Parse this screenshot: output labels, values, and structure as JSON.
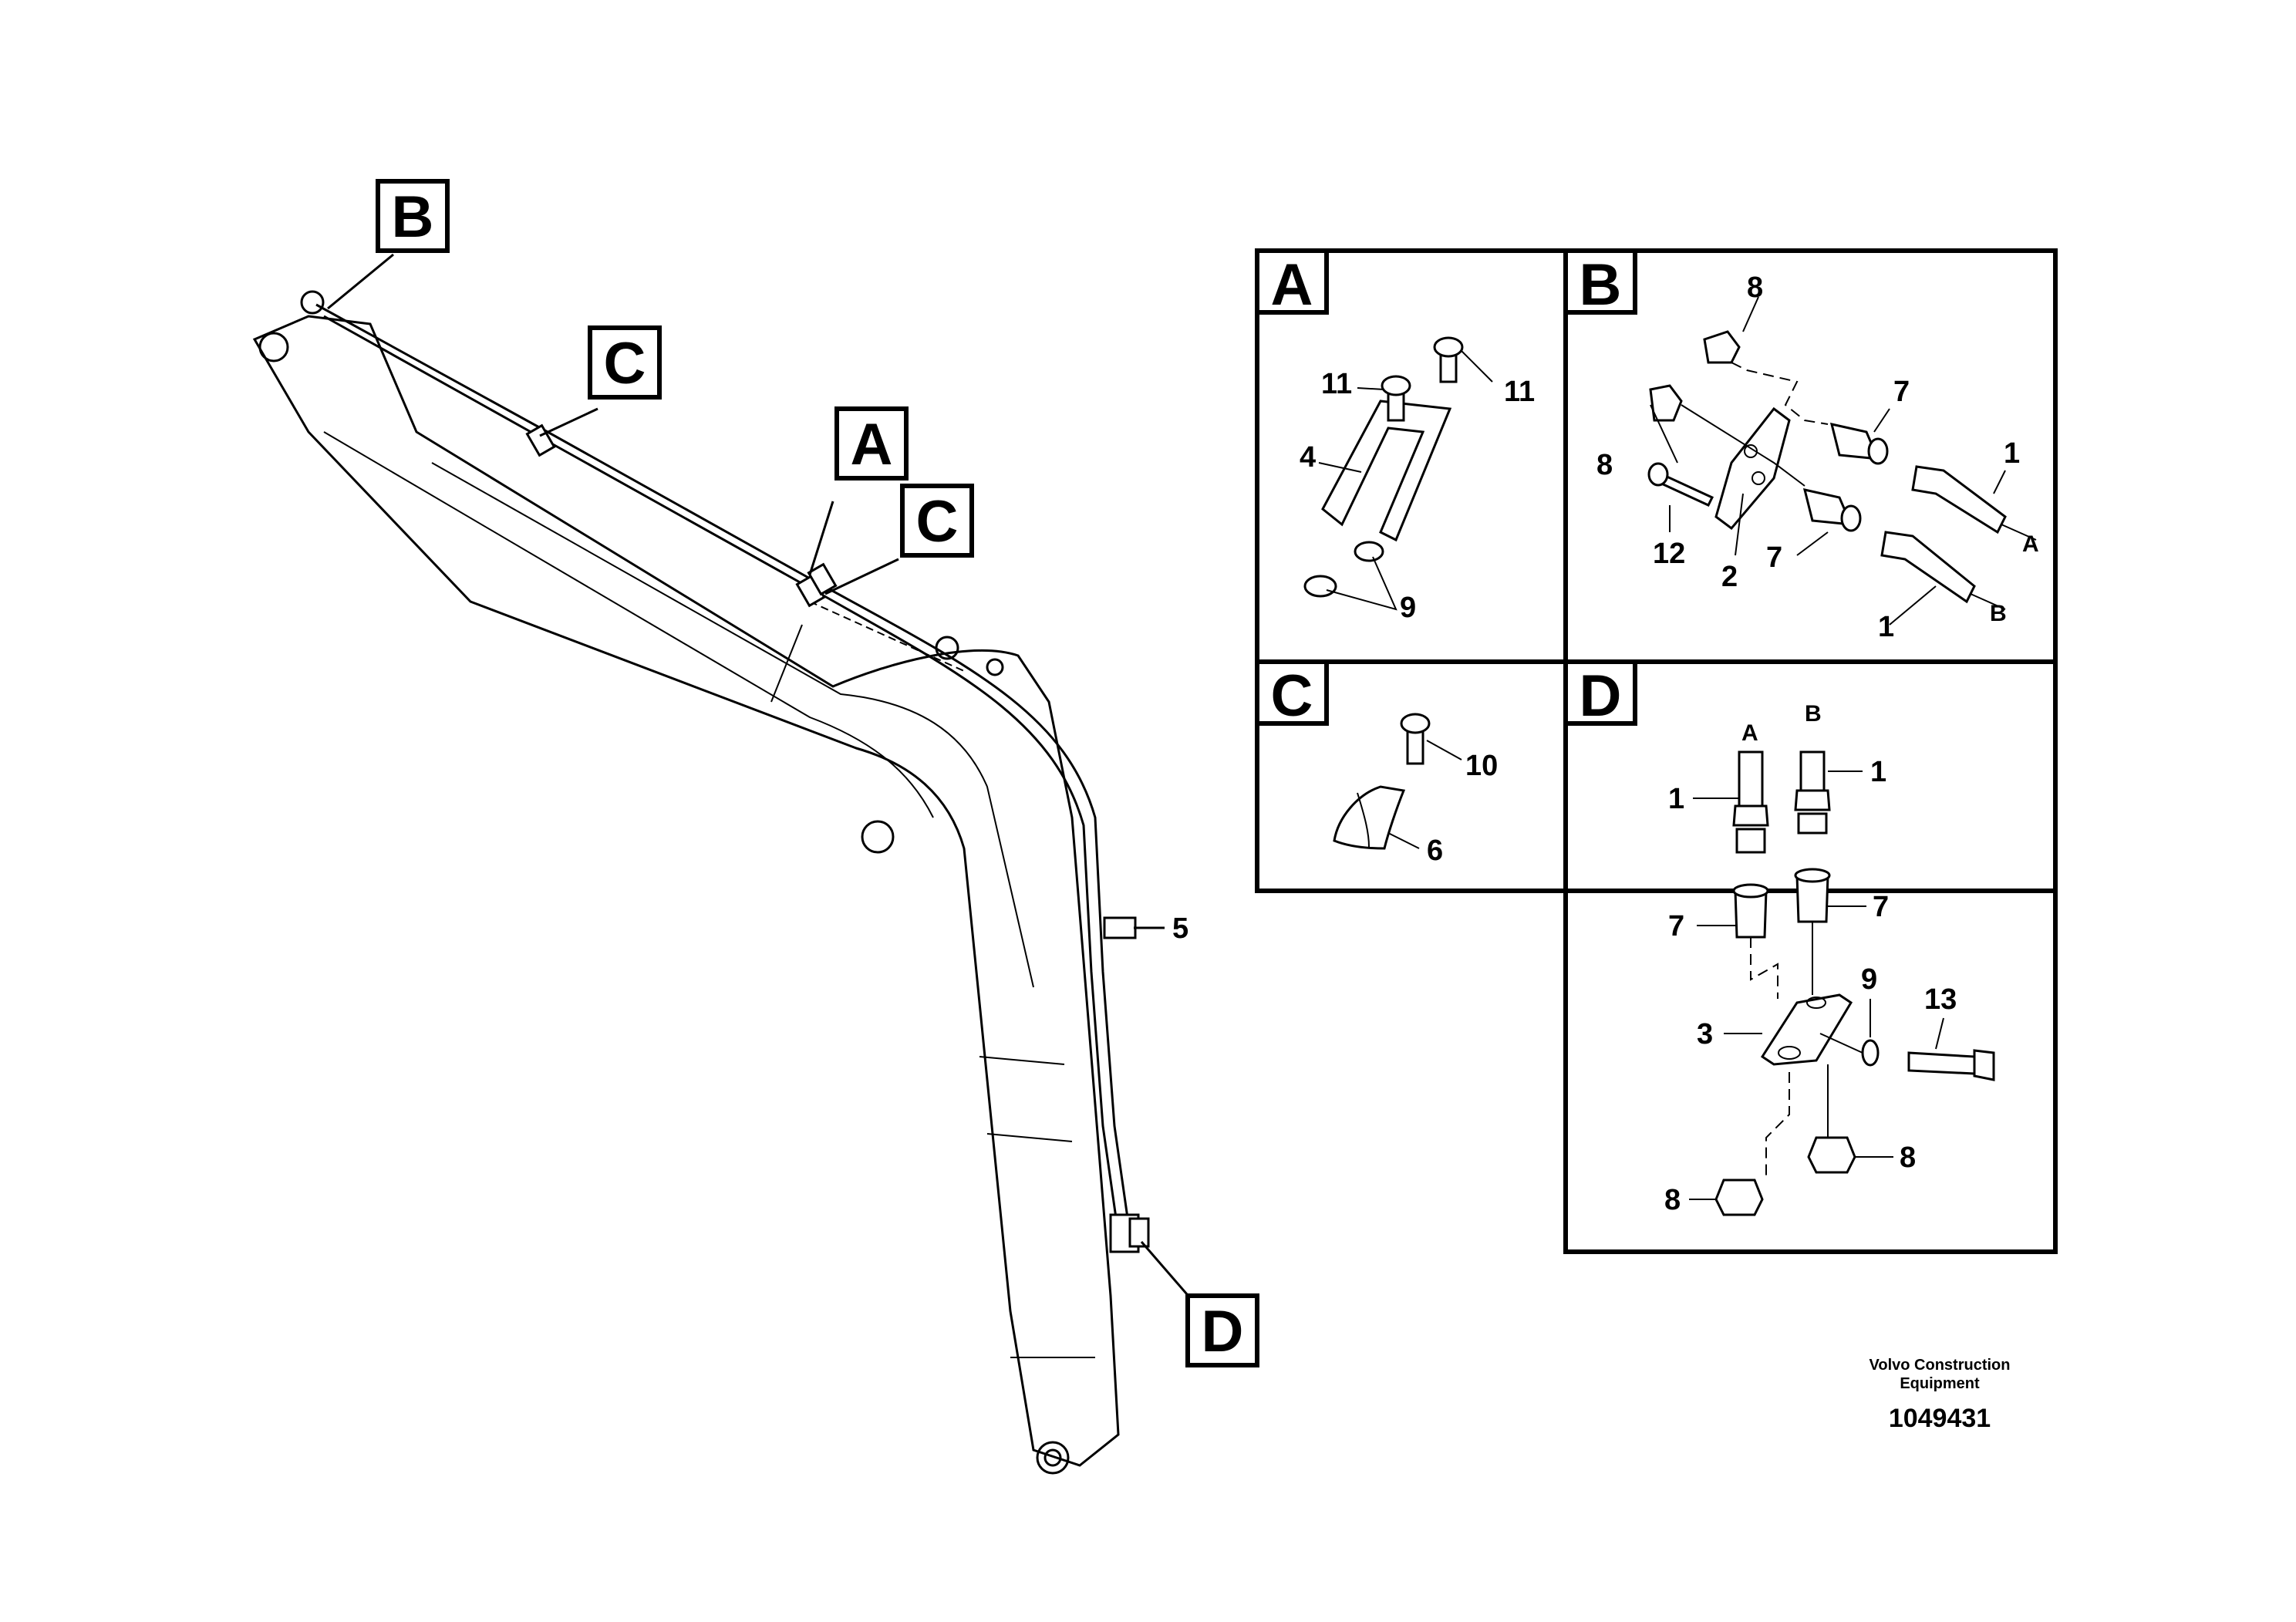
{
  "callouts": {
    "a": "A",
    "b": "B",
    "c": "C",
    "d": "D"
  },
  "main_view": {
    "item_5": "5"
  },
  "panel_a": {
    "title": "A",
    "labels": {
      "bolt_left": "11",
      "bolt_right": "11",
      "bracket": "4",
      "washers": "9"
    }
  },
  "panel_b": {
    "title": "B",
    "labels": {
      "nut_top": "8",
      "nut_left": "8",
      "adapter_top": "7",
      "adapter_bottom": "7",
      "hose_top": "1",
      "hose_bottom": "1",
      "plate": "2",
      "bolt": "12",
      "line_a": "A",
      "line_b": "B"
    }
  },
  "panel_c": {
    "title": "C",
    "labels": {
      "bolt": "10",
      "clamp": "6"
    }
  },
  "panel_d": {
    "title": "D",
    "labels": {
      "line_a": "A",
      "line_b": "B",
      "hose_left": "1",
      "hose_right": "1",
      "adapter_left": "7",
      "adapter_right": "7",
      "washer": "9",
      "bolt": "13",
      "plate": "3",
      "nut_right": "8",
      "nut_left": "8"
    }
  },
  "footer": {
    "company_line1": "Volvo Construction",
    "company_line2": "Equipment",
    "figure_number": "1049431"
  }
}
